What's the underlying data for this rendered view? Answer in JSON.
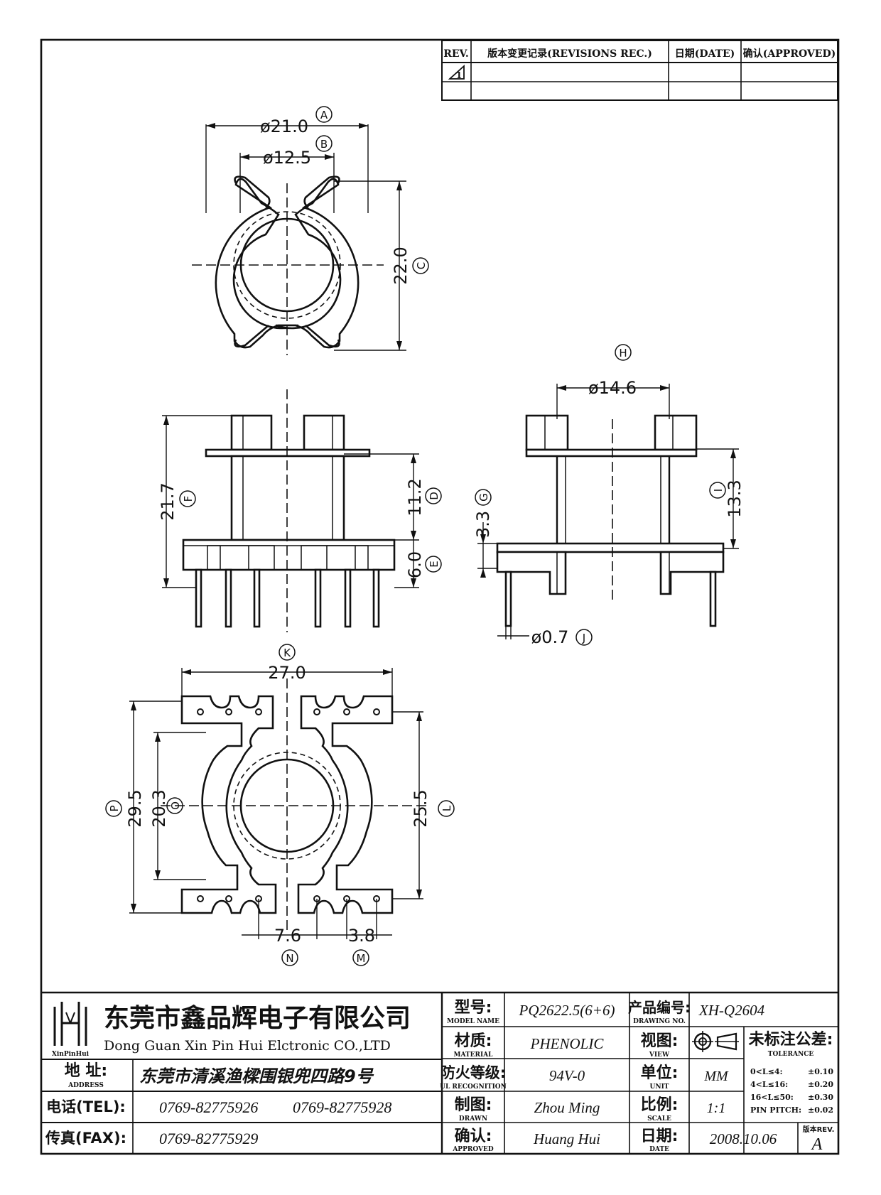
{
  "revision_table": {
    "headers": {
      "rev": "REV.",
      "record": "版本变更记录(REVISIONS REC.)",
      "date": "日期(DATE)",
      "approved": "确认(APPROVED)"
    },
    "rows": [
      {
        "rev": "1"
      }
    ]
  },
  "dimensions": {
    "a": "ø21.0",
    "b": "ø12.5",
    "c": "22.0",
    "d": "11.2",
    "e": "6.0",
    "f": "21.7",
    "g": "3.3",
    "h": "ø14.6",
    "i": "13.3",
    "j": "ø0.7",
    "k": "27.0",
    "l": "25.5",
    "m": "3.8",
    "n": "7.6",
    "o": "20.3",
    "p": "29.5"
  },
  "callouts": {
    "a": "A",
    "b": "B",
    "c": "C",
    "d": "D",
    "e": "E",
    "f": "F",
    "g": "G",
    "h": "H",
    "i": "I",
    "j": "J",
    "k": "K",
    "l": "L",
    "m": "M",
    "n": "N",
    "o": "O",
    "p": "P"
  },
  "title_block": {
    "company_cn": "东莞市鑫品辉电子有限公司",
    "company_en": "Dong Guan Xin Pin Hui Elctronic CO.,LTD",
    "logo_text": "XinPinHui",
    "address_label": "地 址:",
    "address_label_en": "ADDRESS",
    "address": "东莞市清溪渔樑围银兜四路9号",
    "tel_label": "电话(TEL):",
    "tel1": "0769-82775926",
    "tel2": "0769-82775928",
    "fax_label": "传真(FAX):",
    "fax": "0769-82775929",
    "model_label": "型号:",
    "model_label_en": "MODEL NAME",
    "model": "PQ2622.5(6+6)",
    "drawing_no_label": "产品编号:",
    "drawing_no_label_en": "DRAWING NO.",
    "drawing_no": "XH-Q2604",
    "material_label": "材质:",
    "material_label_en": "MATERIAL",
    "material": "PHENOLIC",
    "view_label": "视图:",
    "view_label_en": "VIEW",
    "tolerance_label": "未标注公差:",
    "tolerance_label_en": "TOLERANCE",
    "ul_label": "防火等级:",
    "ul_label_en": "UL RECOGNITION",
    "ul": "94V-0",
    "unit_label": "单位:",
    "unit_label_en": "UNIT",
    "unit": "MM",
    "drawn_label": "制图:",
    "drawn_label_en": "DRAWN",
    "drawn": "Zhou Ming",
    "scale_label": "比例:",
    "scale_label_en": "SCALE",
    "scale": "1:1",
    "approved_label": "确认:",
    "approved_label_en": "APPROVED",
    "approved": "Huang Hui",
    "date_label": "日期:",
    "date_label_en": "DATE",
    "date": "2008.10.06",
    "rev_label": "版本REV.",
    "rev": "A",
    "tolerances": [
      {
        "range": "0<L≤4:",
        "value": "±0.10"
      },
      {
        "range": "4<L≤16:",
        "value": "±0.20"
      },
      {
        "range": "16<L≤50:",
        "value": "±0.30"
      },
      {
        "range": "PIN PITCH:",
        "value": "±0.02"
      }
    ]
  }
}
